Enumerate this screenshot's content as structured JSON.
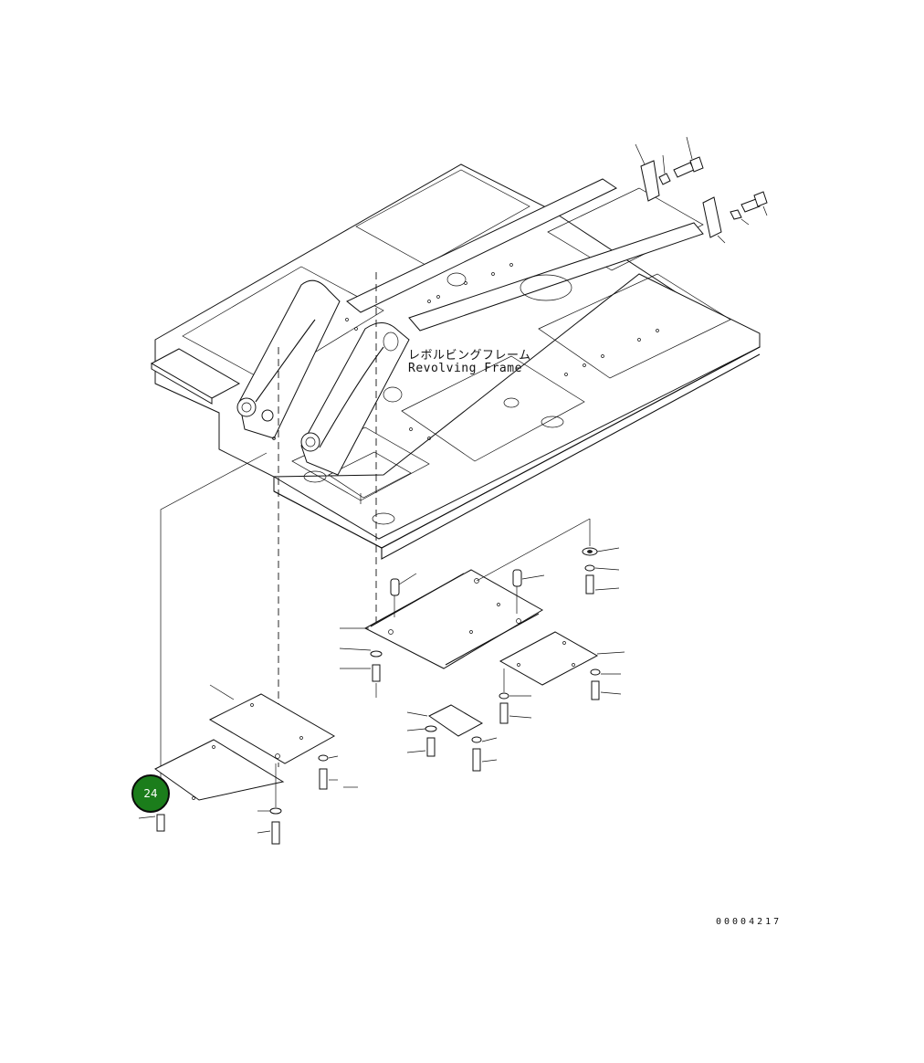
{
  "frame": {
    "label_japanese": "レボルビングフレーム",
    "label_english": "Revolving Frame"
  },
  "callout": {
    "number": "24",
    "color": "#1b7d1b"
  },
  "drawing_number": "00004217"
}
